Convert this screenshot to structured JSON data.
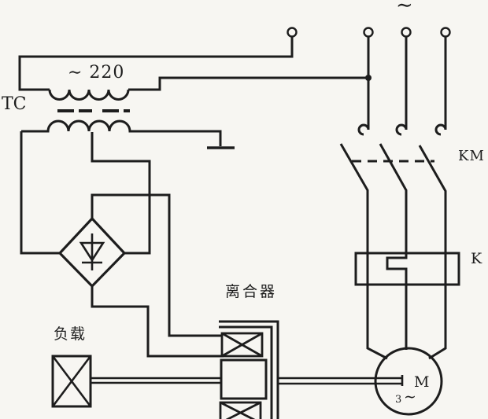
{
  "labels": {
    "ac_supply": "∼",
    "primary_voltage": "∼ 220",
    "transformer": "TC",
    "contactor": "KM",
    "overload_relay": "K",
    "clutch": "离合器",
    "load": "负载",
    "motor": "M",
    "motor_phase_count": "3",
    "motor_phase_ac": "∼"
  },
  "colors": {
    "ink": "#1d1d1d",
    "background": "#f7f6f2"
  }
}
